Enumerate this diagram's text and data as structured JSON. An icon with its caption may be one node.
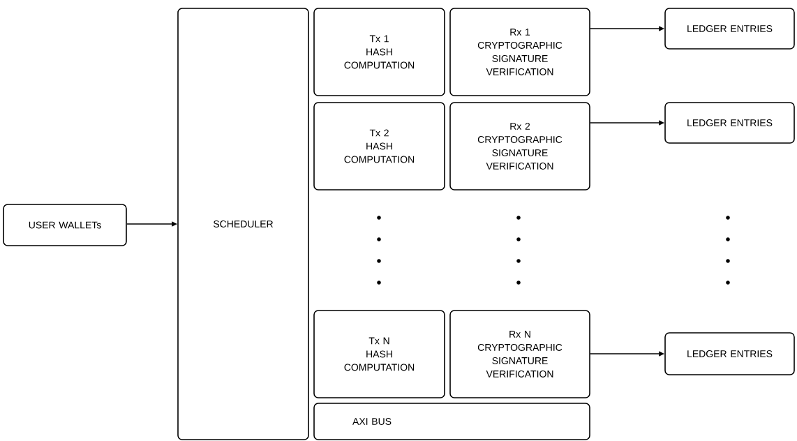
{
  "diagram": {
    "nodes": [
      {
        "text": [
          "USER WALLETs"
        ]
      },
      {
        "text": [
          "SCHEDULER"
        ]
      },
      {
        "text": [
          "Tx 1",
          "HASH COMPUTATION"
        ]
      },
      {
        "text": [
          "Rx 1",
          "CRYPTOGRAPHIC SIGNATURE VERIFICATION"
        ]
      },
      {
        "text": [
          "LEDGER ENTRIES"
        ]
      },
      {
        "text": [
          "Tx 2",
          "HASH COMPUTATION"
        ]
      },
      {
        "text": [
          "Rx 2",
          "CRYPTOGRAPHIC SIGNATURE VERIFICATION"
        ]
      },
      {
        "text": [
          "LEDGER ENTRIES"
        ]
      },
      {
        "text": [
          "Tx N",
          "HASH COMPUTATION"
        ]
      },
      {
        "text": [
          "Rx N",
          "CRYPTOGRAPHIC SIGNATURE VERIFICATION"
        ]
      },
      {
        "text": [
          "LEDGER ENTRIES"
        ]
      },
      {
        "text": [
          "AXI BUS"
        ]
      }
    ],
    "edges": [
      {
        "from": 0,
        "to": 1,
        "arrow": "to"
      },
      {
        "from": 3,
        "to": 4,
        "arrow": "to"
      },
      {
        "from": 6,
        "to": 7,
        "arrow": "to"
      },
      {
        "from": 9,
        "to": 10,
        "arrow": "to"
      }
    ]
  }
}
